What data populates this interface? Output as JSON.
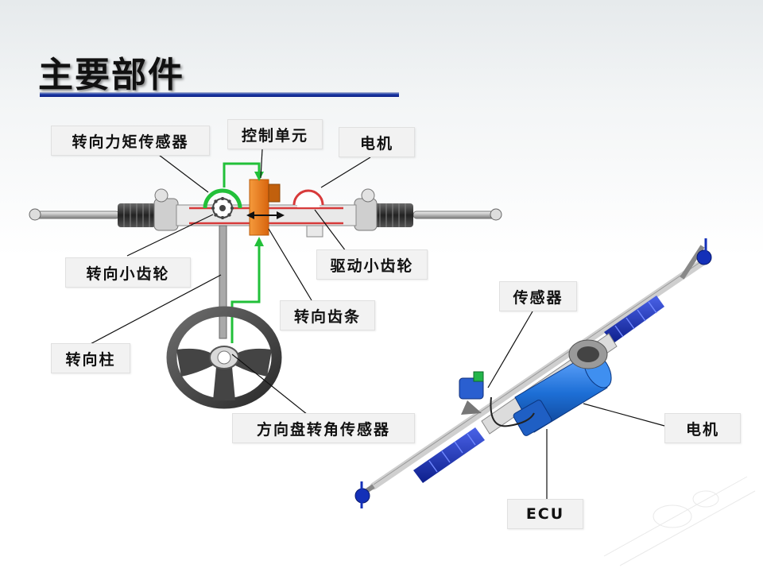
{
  "title": "主要部件",
  "labels": {
    "torque_sensor": "转向力矩传感器",
    "control_unit": "控制单元",
    "motor_top": "电机",
    "pinion": "转向小齿轮",
    "drive_pinion": "驱动小齿轮",
    "rack": "转向齿条",
    "column": "转向柱",
    "wheel_angle_sensor": "方向盘转角传感器",
    "sensor": "传感器",
    "motor_right": "电机",
    "ecu": "ECU"
  },
  "colors": {
    "green_line": "#22c039",
    "orange_unit": "#f07d1a",
    "motor_blue": "#1d6fd6",
    "boot_blue": "#1430b8",
    "rack_red": "#d73a3a",
    "title_rule": "#0b1f86"
  }
}
